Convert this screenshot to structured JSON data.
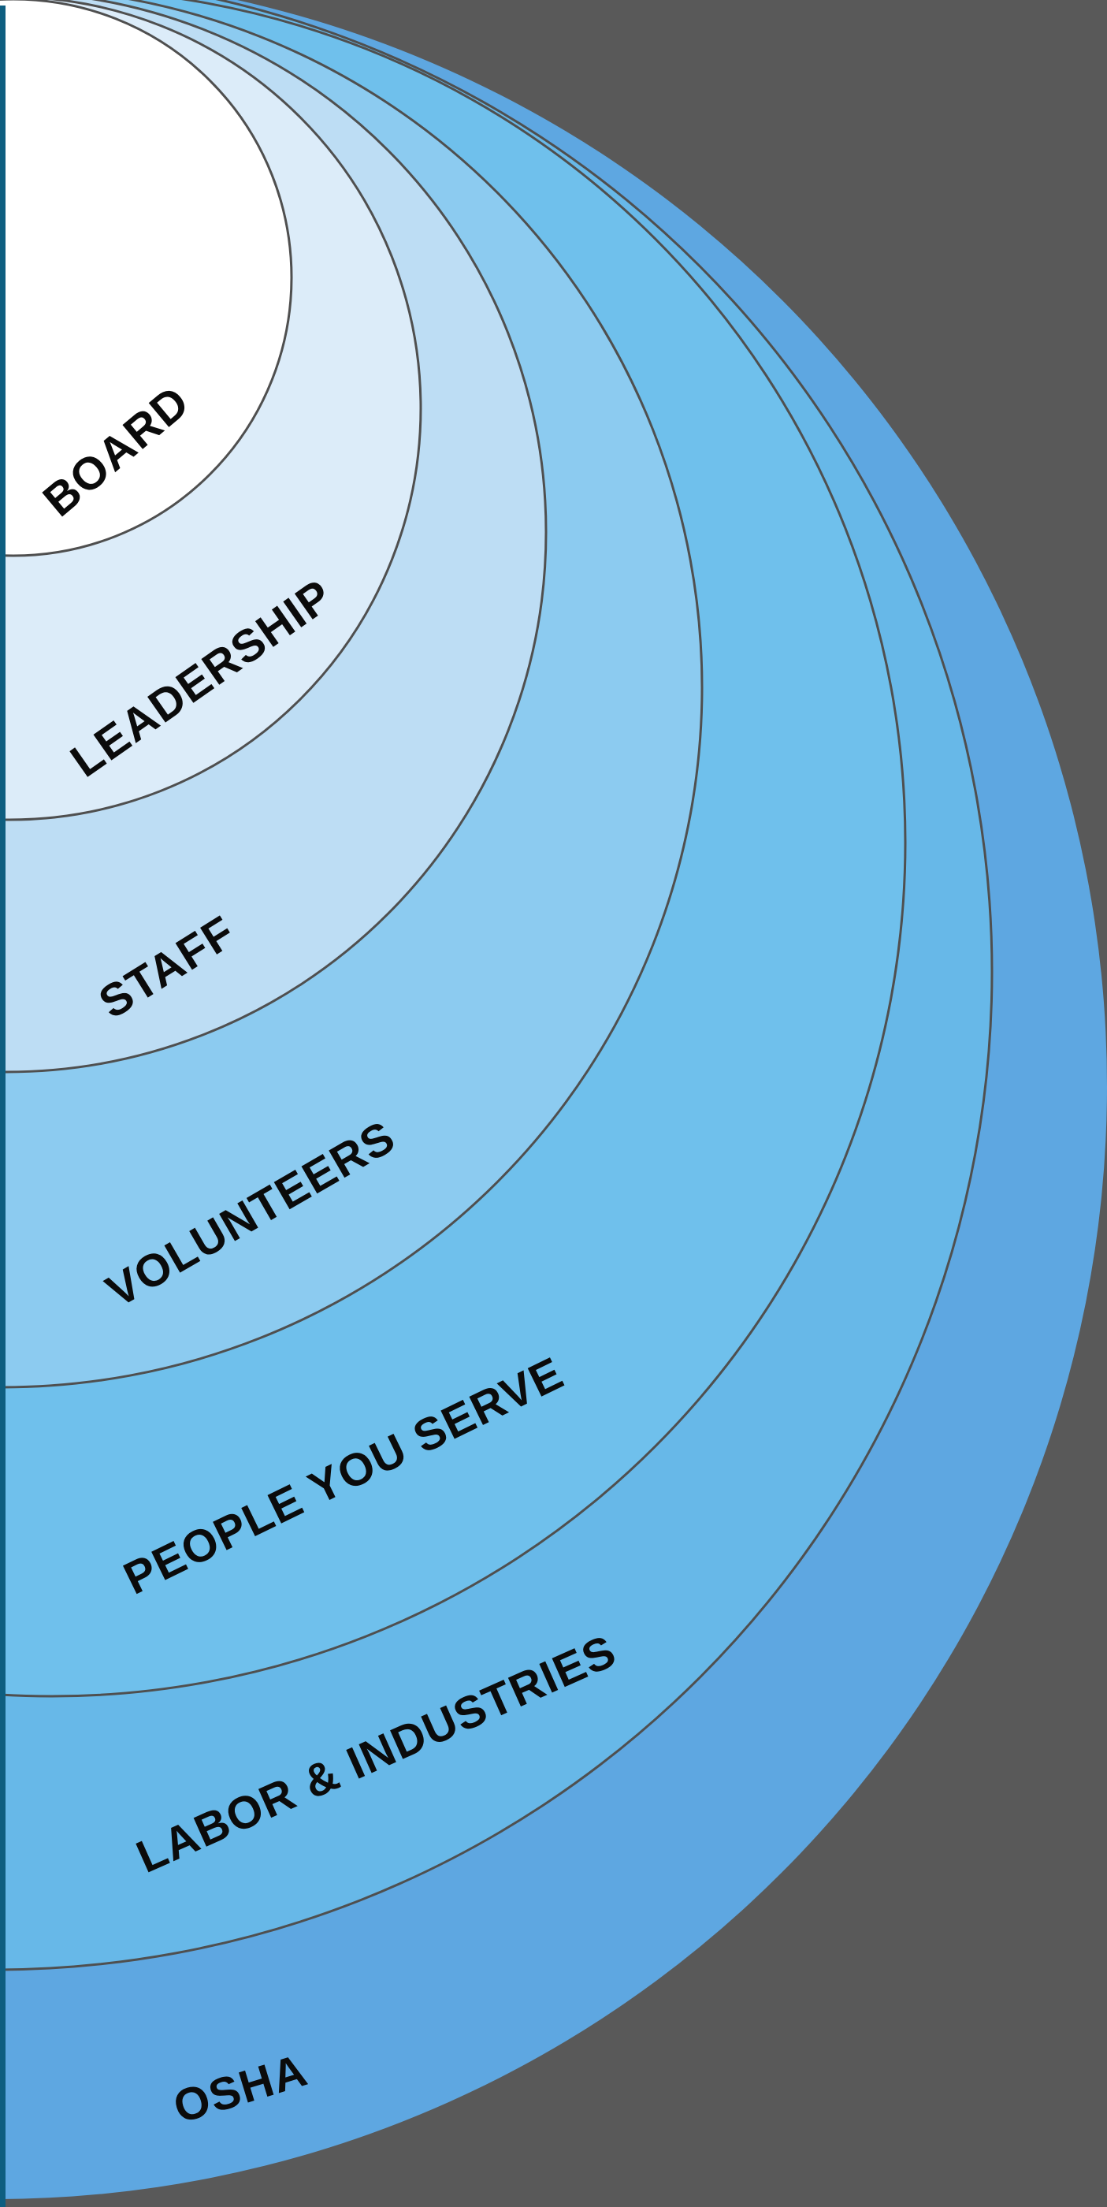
{
  "diagram": {
    "background_color": "#595959",
    "accent_bar_color": "#0e5e80",
    "ring_outline_color": "#4f4f4f",
    "label_color": "#0b0b0b",
    "rings": [
      {
        "label": "BOARD",
        "color": "#ffffff"
      },
      {
        "label": "LEADERSHIP",
        "color": "#dcecf9"
      },
      {
        "label": "STAFF",
        "color": "#bdddf4"
      },
      {
        "label": "VOLUNTEERS",
        "color": "#8ccbf0"
      },
      {
        "label": "PEOPLE YOU SERVE",
        "color": "#6fc0ec"
      },
      {
        "label": "LABOR & INDUSTRIES",
        "color": "#67b8e8"
      },
      {
        "label": "OSHA",
        "color": "#5ea7e1"
      }
    ]
  }
}
